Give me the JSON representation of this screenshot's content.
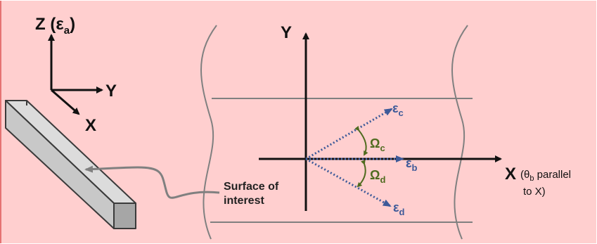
{
  "colors": {
    "background": "#ffcfcf",
    "border": "#e57373",
    "axis": "#111111",
    "strip_line": "#808080",
    "vector": "#3d5a99",
    "angle": "#4f6b1f",
    "bar_top": "#dcdcdc",
    "bar_front": "#c8c8c8",
    "bar_side": "#a6a6a6",
    "bar_edge": "#3a3a3a"
  },
  "frame_axes": {
    "z_label": "Z",
    "z_sub": "(ε",
    "z_sub_index": "a",
    "z_close": ")",
    "y_label": "Y",
    "x_label": "X"
  },
  "main_axes": {
    "y_label": "Y",
    "x_label": "X",
    "x_note_open": "(θ",
    "x_note_index": "b",
    "x_note_rest": " parallel",
    "x_note_line2": "to X)"
  },
  "vectors": {
    "c": {
      "symbol": "ε",
      "index": "c"
    },
    "b": {
      "symbol": "ε",
      "index": "b"
    },
    "d": {
      "symbol": "ε",
      "index": "d"
    }
  },
  "angles": {
    "c": {
      "symbol": "Ω",
      "index": "c"
    },
    "d": {
      "symbol": "Ω",
      "index": "d"
    }
  },
  "callout": {
    "line1": "Surface of",
    "line2": "interest"
  },
  "icons": [
    "arrow-icon",
    "curved-pointer-arrow-icon"
  ]
}
